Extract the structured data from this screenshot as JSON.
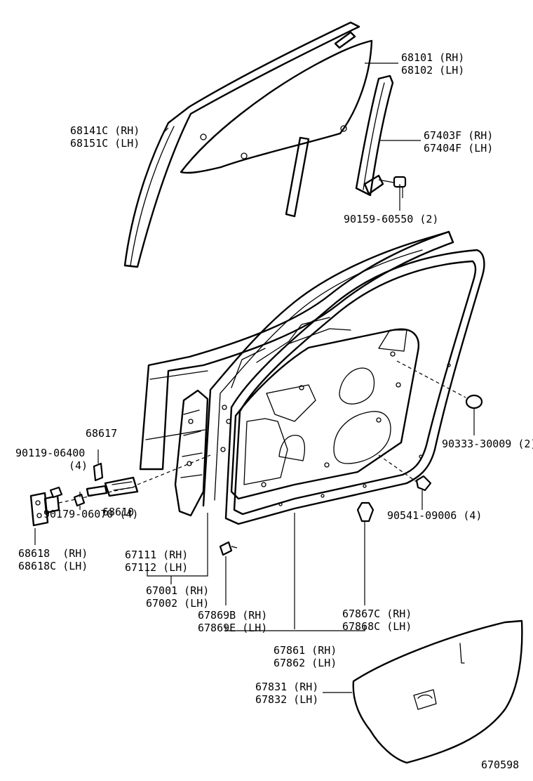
{
  "labels": {
    "glass": [
      "68101 (RH)",
      "68102 (LH)"
    ],
    "glass_run": [
      "68141C (RH)",
      "68151C (LH)"
    ],
    "rear_channel": [
      "67403F (RH)",
      "67404F (LH)"
    ],
    "channel_bolt": [
      "90159-60550 (2)"
    ],
    "plug": [
      "90333-30009 (2)"
    ],
    "check_clip": [
      "68617"
    ],
    "hinge_bolt": [
      "90119-06400",
      "(4)"
    ],
    "check": [
      "68610"
    ],
    "hinge_bolt2": [
      "90179-06070 (4)"
    ],
    "hinge": [
      "68618  (RH)",
      "68618C (LH)"
    ],
    "panel_sub": [
      "67111 (RH)",
      "67112 (LH)"
    ],
    "door_panel": [
      "67001 (RH)",
      "67002 (LH)"
    ],
    "clip_right": [
      "90541-09006 (4)"
    ],
    "clip_lower": [
      "67869B (RH)",
      "67869E (LH)"
    ],
    "clip_weather": [
      "67867C (RH)",
      "67868C (LH)"
    ],
    "weatherstrip": [
      "67861 (RH)",
      "67862 (LH)"
    ],
    "service_cover": [
      "67831 (RH)",
      "67832 (LH)"
    ]
  },
  "figure_number": "670598"
}
